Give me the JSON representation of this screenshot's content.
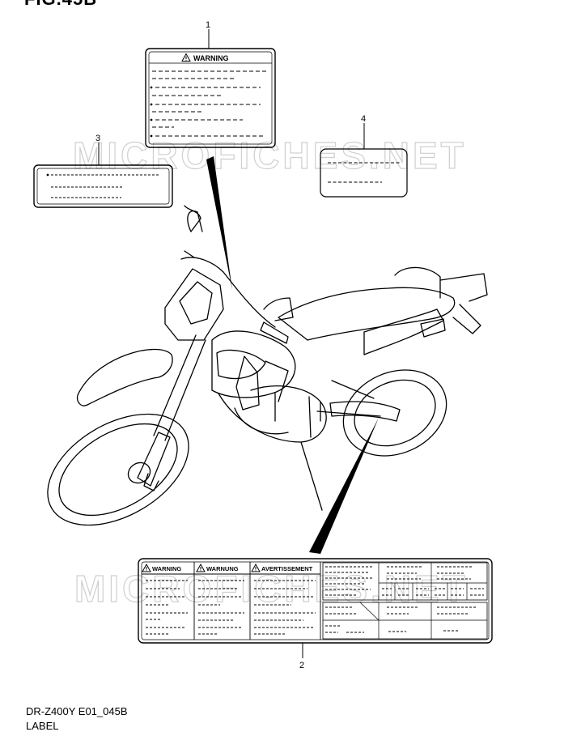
{
  "figure": {
    "title": "FIG.45B",
    "model_code": "DR-Z400Y E01_045B",
    "section_name": "LABEL"
  },
  "callouts": [
    "1",
    "2",
    "3",
    "4"
  ],
  "labels": {
    "label1_heading": "WARNING",
    "label2_headings": [
      "WARNING",
      "WARNUNG",
      "AVERTISSEMENT"
    ]
  },
  "watermark": "MICROFICHES.NET",
  "icons": [
    "warning-triangle-icon"
  ]
}
